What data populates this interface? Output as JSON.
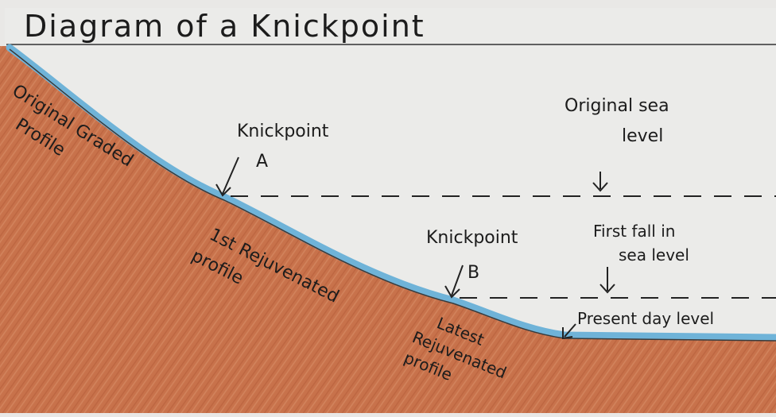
{
  "title": "Diagram of a Knickpoint",
  "labels": {
    "original_graded_profile": [
      "Original Graded",
      "Profile"
    ],
    "knickpoint_a": [
      "Knickpoint",
      "A"
    ],
    "knickpoint_b": [
      "Knickpoint",
      "B"
    ],
    "original_sea_level": [
      "Original sea",
      "level"
    ],
    "first_fall": [
      "First fall in",
      "sea level"
    ],
    "first_rejuvenated": [
      "1st Rejuvenated",
      "profile"
    ],
    "latest_rejuvenated": [
      "Latest",
      "Rejuvenated",
      "profile"
    ],
    "present_day_level": "Present day level"
  },
  "colors": {
    "paper": "#e9e8e6",
    "land": "#c8724b",
    "river": "#6fb3d8",
    "ink": "#1c1c1c"
  }
}
